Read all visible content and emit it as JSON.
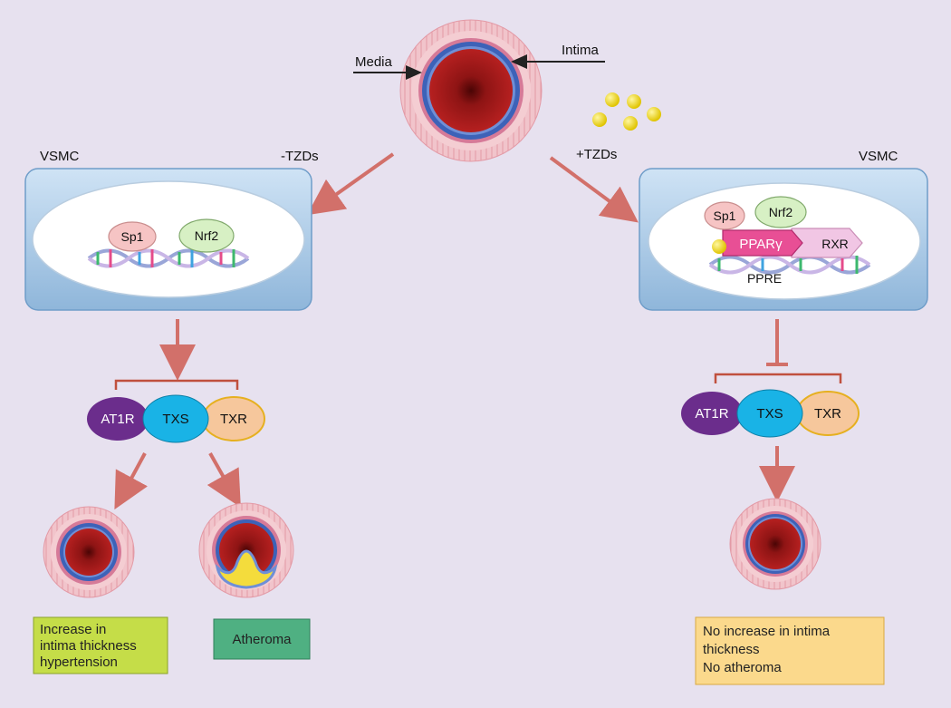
{
  "labels": {
    "media": "Media",
    "intima": "Intima",
    "minus_tzds": "-TZDs",
    "plus_tzds": "+TZDs",
    "vsmc_left": "VSMC",
    "vsmc_right": "VSMC",
    "pparg": "PPARγ",
    "rxr": "RXR",
    "ppre": "PPRE"
  },
  "left_panel": {
    "factors": [
      "Sp1",
      "Nrf2"
    ],
    "proteins": [
      "AT1R",
      "TXS",
      "TXR"
    ],
    "outcome_1": [
      "Increase in",
      "intima thickness",
      "hypertension"
    ],
    "outcome_2": "Atheroma"
  },
  "right_panel": {
    "factors": [
      "Sp1",
      "Nrf2"
    ],
    "proteins": [
      "AT1R",
      "TXS",
      "TXR"
    ],
    "outcome": [
      "No increase in intima",
      "thickness",
      "No atheroma"
    ]
  },
  "colors": {
    "background": "#e7e1ef",
    "arrow": "#d2706a",
    "at1r": "#6b2d8c",
    "txs": "#19b3e6",
    "txr": "#f6c79c",
    "pparg": "#e84f95",
    "rxr": "#f1c6e4",
    "sp1": "#f6c4c4",
    "nrf2": "#d7f0c4",
    "lumen": "#8e1414",
    "tzd_dot": "#f1d814",
    "box_green": "#c5dd48",
    "box_teal": "#4fb082",
    "box_yellow": "#fbd98c"
  }
}
